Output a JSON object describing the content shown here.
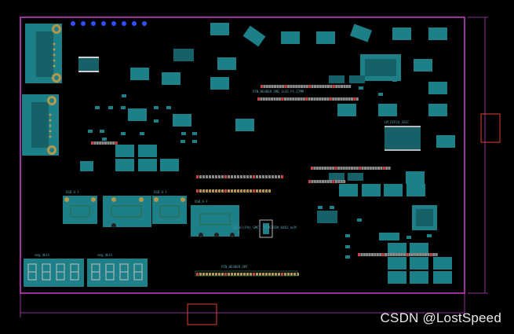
{
  "app": {
    "title": "PCB layout view"
  },
  "colors": {
    "background": "#000000",
    "board_outline": "#c23cc2",
    "pad": "#1d7f87",
    "pad_light": "#2aa3ad",
    "silk": "#2d6b45",
    "pin_gold": "#b6974a",
    "pin_red": "#d04040",
    "keepout": "#e0402f",
    "dim_line": "#c23cc2",
    "via": "#3050ff",
    "label": "#5da0a8"
  },
  "icons": {
    "via": "via-dot",
    "connector": "db9-connector-icon",
    "usb": "usb-port-icon",
    "display": "seven-segment-icon"
  },
  "labels": {
    "seg_left": "smg_4bit",
    "seg_right": "smg_4bit",
    "usb1": "USB_A-F",
    "usb2": "USB_A-F",
    "usb_big": "USB_A-F",
    "center_chip": "J1_ml(P4)_SMCT_YT3K3R3N_0402_m(M",
    "bottom_header": "PIN_HEADER-SMT",
    "top_header": "PIN_HEADER_SMD_1x32_P1.27MM",
    "right_chip": "LM_DIP24_SOIC"
  },
  "footer": {
    "watermark": "CSDN @LostSpeed"
  }
}
